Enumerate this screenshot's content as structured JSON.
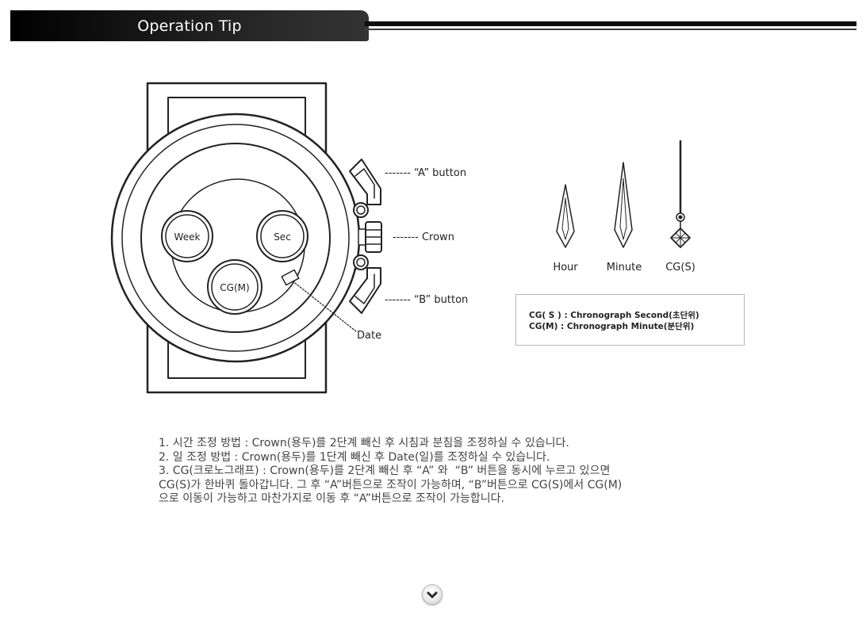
{
  "header": {
    "title": "Operation Tip"
  },
  "watch": {
    "subdials": {
      "week": "Week",
      "sec": "Sec",
      "cg_m": "CG(M)"
    },
    "callouts": {
      "a_button": "------- “A” button",
      "crown": "------- Crown",
      "b_button": "------- “B” button",
      "date": "Date"
    }
  },
  "hands": {
    "hour": "Hour",
    "minute": "Minute",
    "cg_s": "CG(S)"
  },
  "legend": {
    "lines": [
      "CG( S ) : Chronograph Second(초단위)",
      "CG(M) : Chronograph Minute(분단위)"
    ]
  },
  "instructions": {
    "lines": [
      "1. 시간 조정 방법 : Crown(용두)를 2단계 빼신 후 시침과 분침을 조정하실 수 있습니다.",
      "2. 일 조정 방법 : Crown(용두)를 1단계 빼신 후 Date(일)를 조정하실 수 있습니다.",
      "3. CG(크로노그래프) : Crown(용두)를 2단계 빼신 후 “A” 와  “B” 버튼을 동시에 누르고 있으면",
      "CG(S)가 한바퀴 돌아갑니다. 그 후 “A”버튼으로 조작이 가능하며, “B”버튼으로 CG(S)에서 CG(M)",
      "으로 이동이 가능하고 마찬가지로 이동 후 “A”버튼으로 조작이 가능합니다."
    ]
  },
  "scroll_button": {
    "icon": "chevron-down-icon"
  },
  "colors": {
    "header_bg": "#1a1a1a",
    "header_text": "#ffffff",
    "line_art": "#222222",
    "body_text": "#444444",
    "legend_border": "#b8b8b8"
  }
}
